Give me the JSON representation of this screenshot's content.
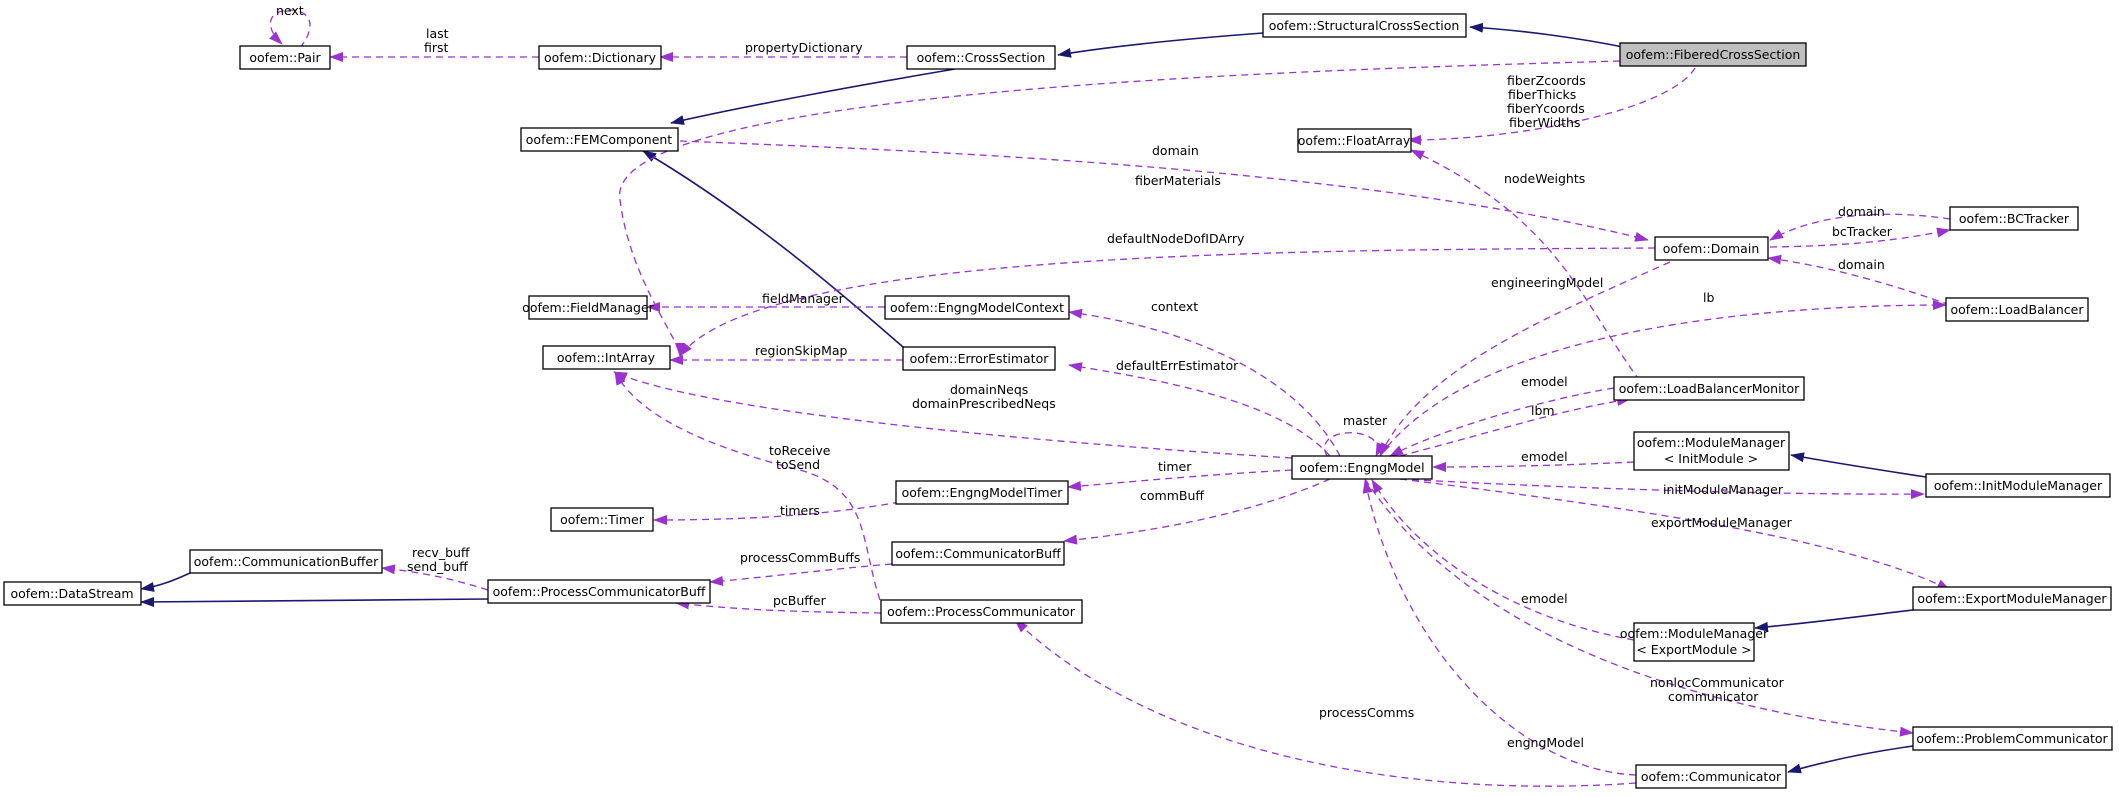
{
  "diagram": {
    "accent_inherit": "#191970",
    "accent_use": "#9a32cd",
    "highlight_node": "#bfbfbf",
    "nodes": {
      "fibered": "oofem::FiberedCrossSection",
      "structural": "oofem::StructuralCrossSection",
      "crosssection": "oofem::CrossSection",
      "dictionary": "oofem::Dictionary",
      "pair": "oofem::Pair",
      "femcomponent": "oofem::FEMComponent",
      "floatarray": "oofem::FloatArray",
      "domain": "oofem::Domain",
      "bctracker": "oofem::BCTracker",
      "loadbalancer": "oofem::LoadBalancer",
      "fieldmanager": "oofem::FieldManager",
      "engngmodelcontext": "oofem::EngngModelContext",
      "intarray": "oofem::IntArray",
      "errorestimator": "oofem::ErrorEstimator",
      "lbmonitor": "oofem::LoadBalancerMonitor",
      "engngmodel": "oofem::EngngModel",
      "mm_init_1": "oofem::ModuleManager",
      "mm_init_2": "< InitModule >",
      "initmodulemanager": "oofem::InitModuleManager",
      "engngmodeltimer": "oofem::EngngModelTimer",
      "timer": "oofem::Timer",
      "communicationbuffer": "oofem::CommunicationBuffer",
      "datastream": "oofem::DataStream",
      "processcommbuff": "oofem::ProcessCommunicatorBuff",
      "communicatorbuff": "oofem::CommunicatorBuff",
      "processcommunicator": "oofem::ProcessCommunicator",
      "exportmodulemanager": "oofem::ExportModuleManager",
      "mm_export_1": "oofem::ModuleManager",
      "mm_export_2": "< ExportModule >",
      "problemcommunicator": "oofem::ProblemCommunicator",
      "communicator": "oofem::Communicator"
    },
    "edge_labels": {
      "next": "next",
      "last": "last",
      "first": "first",
      "propertydictionary": "propertyDictionary",
      "fiberzcoords": "fiberZcoords",
      "fiberthicks": "fiberThicks",
      "fiberycoords": "fiberYcoords",
      "fiberwidths": "fiberWidths",
      "domain_fem": "domain",
      "fibermaterials": "fiberMaterials",
      "nodeweights": "nodeWeights",
      "domain_bct": "domain",
      "bctracker": "bcTracker",
      "defaultnodedofidarry": "defaultNodeDofIDArry",
      "domain_lb": "domain",
      "engineeringmodel": "engineeringModel",
      "lb": "lb",
      "fieldmanager": "fieldManager",
      "context": "context",
      "regionskipmap": "regionSkipMap",
      "defaulterrestimator": "defaultErrEstimator",
      "domainneqs": "domainNeqs",
      "domainprescribedneqs": "domainPrescribedNeqs",
      "master": "master",
      "emodel_lbm": "emodel",
      "lbm": "lbm",
      "emodel_mmi": "emodel",
      "toreceive": "toReceive",
      "tosend": "toSend",
      "timer": "timer",
      "initmodulemanager": "initModuleManager",
      "timers": "timers",
      "commbuff": "commBuff",
      "exportmodulemanager": "exportModuleManager",
      "recv_buff": "recv_buff",
      "send_buff": "send_buff",
      "processcommbuffs": "processCommBuffs",
      "pcbuffer": "pcBuffer",
      "emodel_mme": "emodel",
      "nonloccommunicator": "nonlocCommunicator",
      "communicator": "communicator",
      "processcomms": "processComms",
      "engngmodel": "engngModel"
    }
  }
}
